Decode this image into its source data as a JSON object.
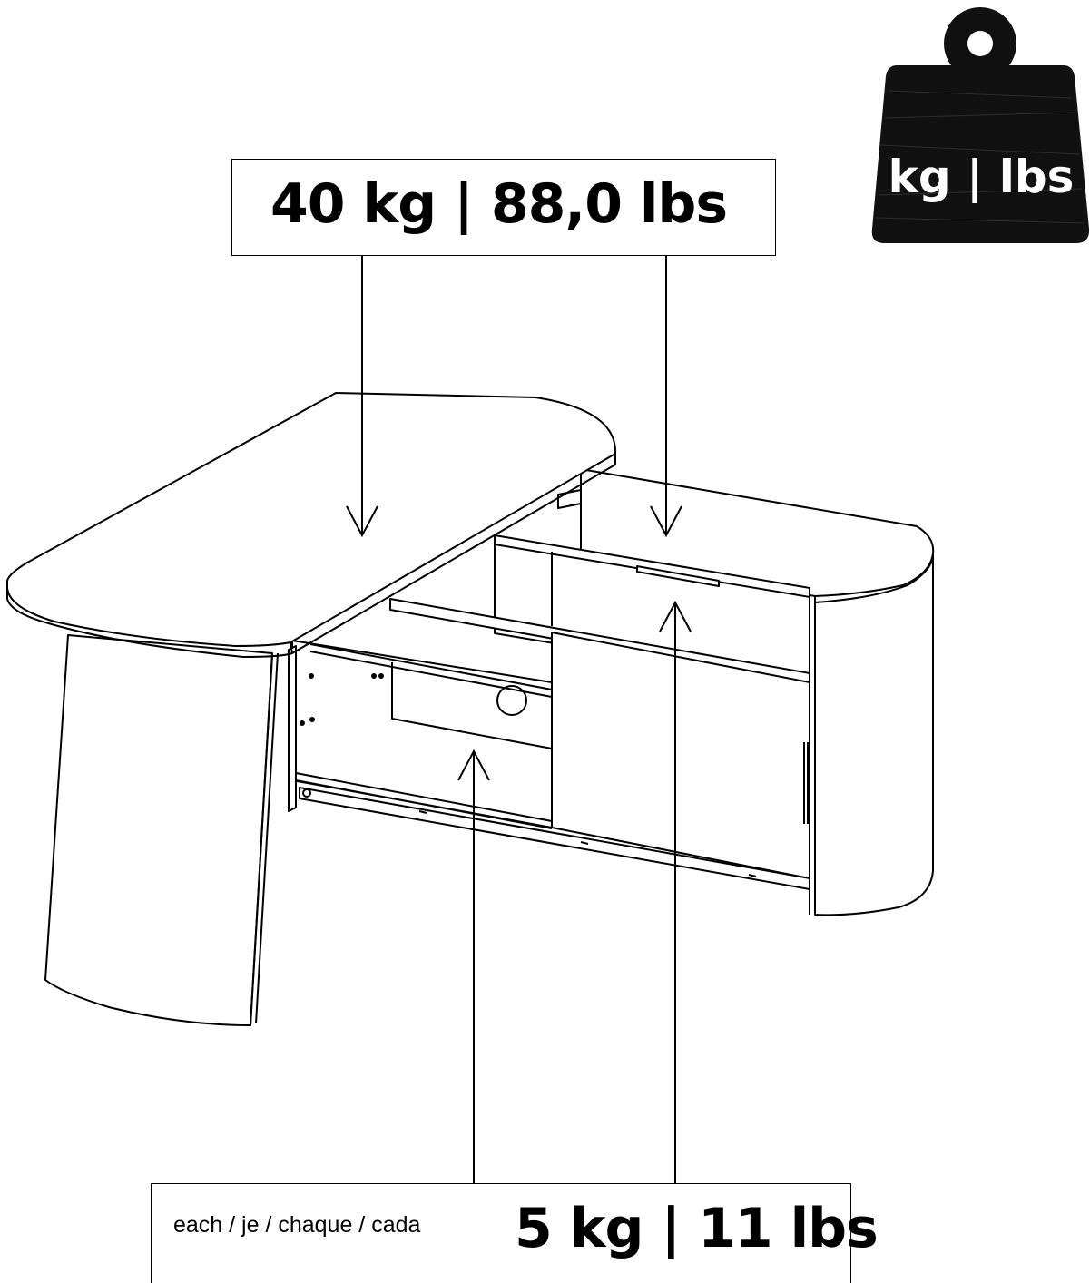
{
  "total_weight": {
    "label": "40 kg | 88,0 lbs"
  },
  "part_weight": {
    "qualifier": "each / je / chaque / cada",
    "label": "5 kg | 11 lbs"
  },
  "weight_icon": {
    "icon": "weight-icon",
    "text": "kg | lbs",
    "color": "#111111"
  }
}
